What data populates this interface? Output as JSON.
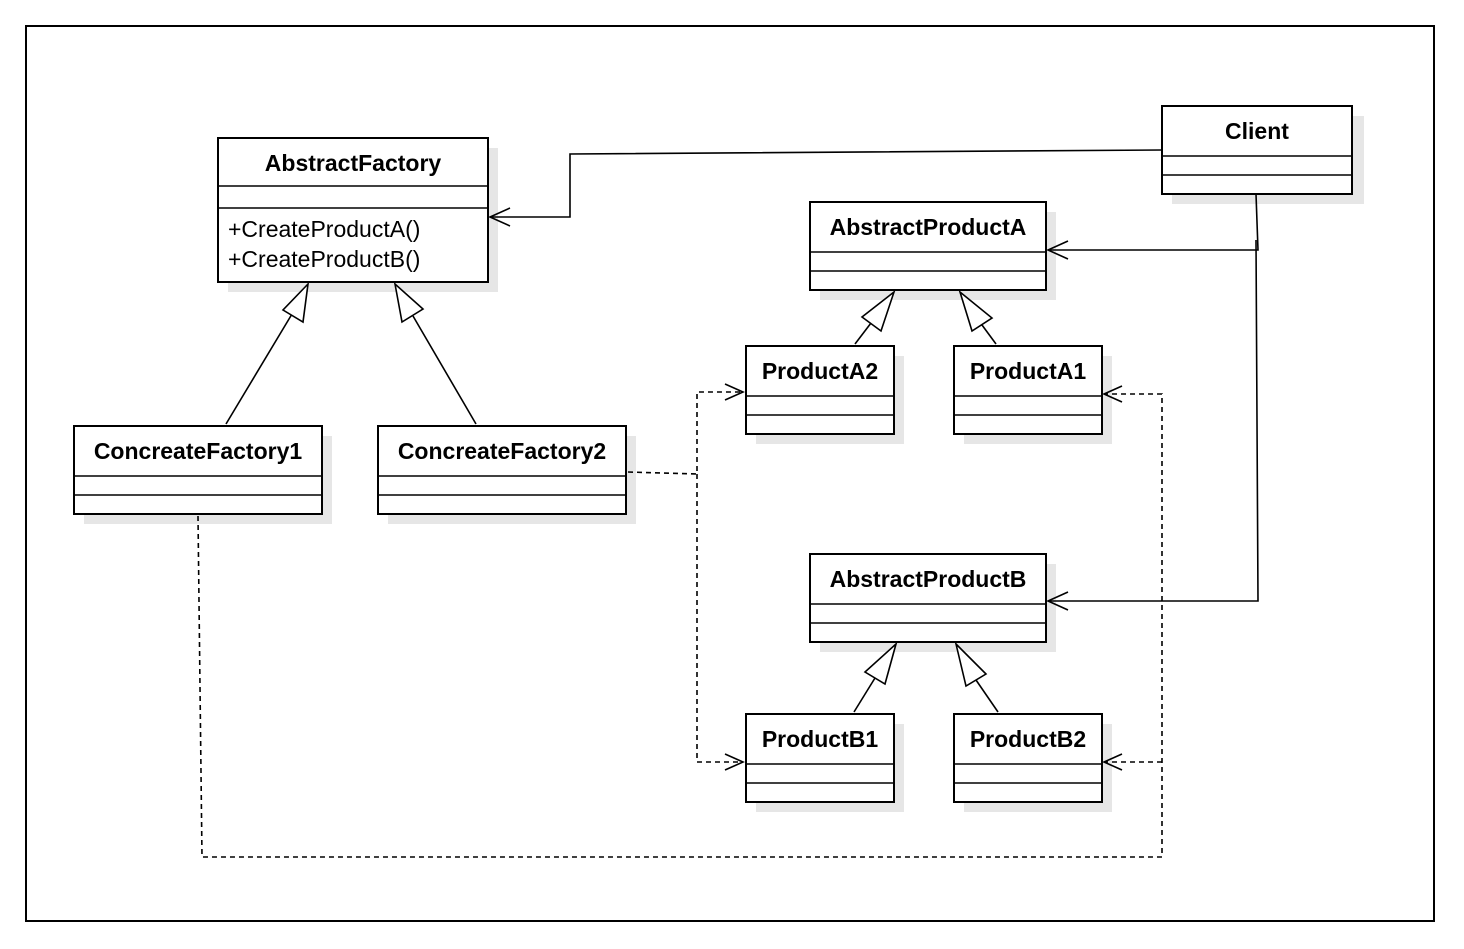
{
  "classes": {
    "abstract_factory": {
      "name": "AbstractFactory",
      "operations": [
        "+CreateProductA()",
        "+CreateProductB()"
      ]
    },
    "client": {
      "name": "Client"
    },
    "abstract_product_a": {
      "name": "AbstractProductA"
    },
    "product_a2": {
      "name": "ProductA2"
    },
    "product_a1": {
      "name": "ProductA1"
    },
    "concrete_factory1": {
      "name": "ConcreateFactory1"
    },
    "concrete_factory2": {
      "name": "ConcreateFactory2"
    },
    "abstract_product_b": {
      "name": "AbstractProductB"
    },
    "product_b1": {
      "name": "ProductB1"
    },
    "product_b2": {
      "name": "ProductB2"
    }
  },
  "relationships": [
    {
      "type": "association",
      "from": "Client",
      "to": "AbstractFactory"
    },
    {
      "type": "association",
      "from": "Client",
      "to": "AbstractProductA"
    },
    {
      "type": "association",
      "from": "Client",
      "to": "AbstractProductB"
    },
    {
      "type": "generalization",
      "from": "ConcreateFactory1",
      "to": "AbstractFactory"
    },
    {
      "type": "generalization",
      "from": "ConcreateFactory2",
      "to": "AbstractFactory"
    },
    {
      "type": "generalization",
      "from": "ProductA2",
      "to": "AbstractProductA"
    },
    {
      "type": "generalization",
      "from": "ProductA1",
      "to": "AbstractProductA"
    },
    {
      "type": "generalization",
      "from": "ProductB1",
      "to": "AbstractProductB"
    },
    {
      "type": "generalization",
      "from": "ProductB2",
      "to": "AbstractProductB"
    },
    {
      "type": "dependency",
      "from": "ConcreateFactory2",
      "to": "ProductA2"
    },
    {
      "type": "dependency",
      "from": "ConcreateFactory2",
      "to": "ProductB1"
    },
    {
      "type": "dependency",
      "from": "ConcreateFactory1",
      "to": "ProductA1"
    },
    {
      "type": "dependency",
      "from": "ConcreateFactory1",
      "to": "ProductB2"
    }
  ]
}
